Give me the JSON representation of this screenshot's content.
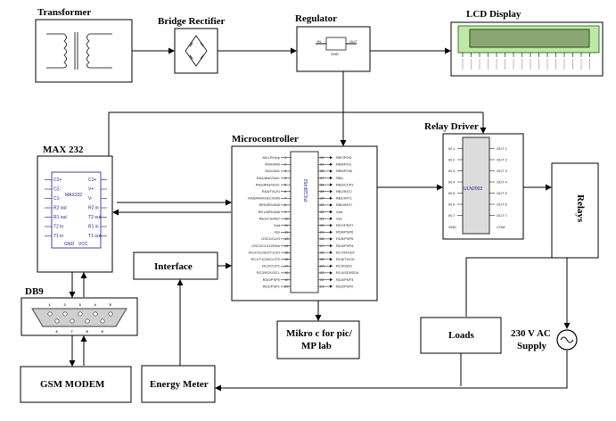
{
  "blocks": {
    "transformer": "Transformer",
    "bridge_rectifier": "Bridge Rectifier",
    "regulator": "Regulator",
    "lcd_display": "LCD Display",
    "max232_title": "MAX 232",
    "microcontroller": "Microcontroller",
    "relay_driver": "Relay Driver",
    "relays": "Relays",
    "interface": "Interface",
    "db9": "DB9",
    "gsm_modem": "GSM MODEM",
    "energy_meter": "Energy Meter",
    "mikroc_line1": "Mikro c for pic/",
    "mikroc_line2": "MP lab",
    "loads": "Loads",
    "ac_supply_line1": "230 V AC",
    "ac_supply_line2": "Supply"
  },
  "regulator_pins": {
    "in": "IN",
    "out": "OUT",
    "gnd": "GND"
  },
  "max232_chip": {
    "name": "MAX232",
    "left_pins": [
      "C2+",
      "C2-",
      "C1-",
      "R2 out",
      "R1 out",
      "T2 in",
      "T1 in"
    ],
    "right_pins": [
      "C1+",
      "V+",
      "V-",
      "R2 in",
      "T2 out",
      "R1 in",
      "T1 out"
    ],
    "bottom_pins": [
      "GND",
      "VCC"
    ]
  },
  "pic_chip": {
    "name": "PIC18F452",
    "left_pins": [
      "MCLR/Vpp",
      "RA0/AN0",
      "RA1/AN1",
      "RA2/AN2/Vref-",
      "RA3/AN3/Vref+",
      "RA4/T0CKI",
      "RA5/AN4/SS/LVDIN",
      "RE0/RD/AN5",
      "RE1/WR/AN6",
      "RE2/CS/AN7",
      "Vdd",
      "Vss",
      "OSC1/CLKI",
      "OSC2/CLKO/RA6",
      "RC0/T1OSO/T1CKI",
      "RC1/T1OSI/CCP2",
      "RC2/CCP1",
      "RC3/SCK/SCL",
      "RD0/PSP0",
      "RD1/PSP1"
    ],
    "right_pins": [
      "RB7/PGD",
      "RB6/PGC",
      "RB5/PGM",
      "RB4",
      "RB3/CCP2",
      "RB2/INT2",
      "RB1/INT1",
      "RB0/INT0",
      "Vdd",
      "Vss",
      "RD7/PSP7",
      "RD6/PSP6",
      "RD5/PSP5",
      "RD4/PSP4",
      "RC7/RX/DT",
      "RC6/TX/CK",
      "RC5/SDO",
      "RC4/SDI/SDA",
      "RD3/PSP3",
      "RD2/PSP2"
    ]
  },
  "uln_chip": {
    "name": "ULN2003",
    "in_pins": [
      "IN 1",
      "IN 2",
      "IN 3",
      "IN 4",
      "IN 5",
      "IN 6",
      "IN 7"
    ],
    "out_pins": [
      "OUT 1",
      "OUT 2",
      "OUT 3",
      "OUT 4",
      "OUT 5",
      "OUT 6",
      "OUT 7"
    ],
    "gnd": "GND",
    "com": "COM"
  },
  "db9_pins": {
    "top": [
      "1",
      "2",
      "3",
      "4",
      "5"
    ],
    "bottom": [
      "6",
      "7",
      "8",
      "9"
    ]
  }
}
